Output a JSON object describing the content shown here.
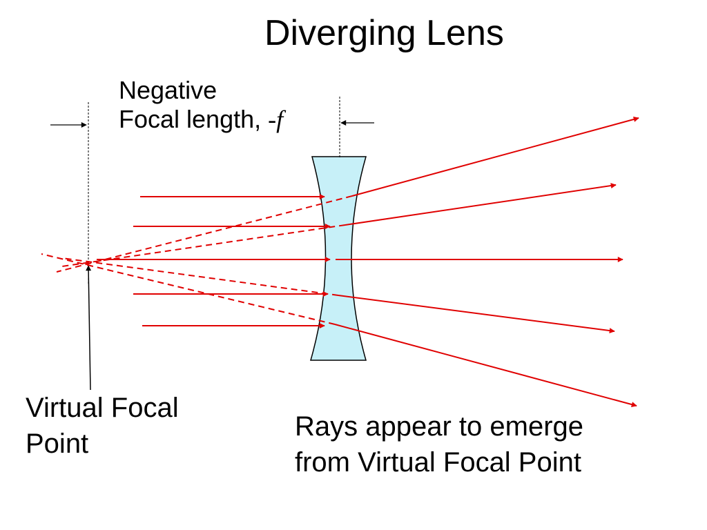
{
  "title": "Diverging Lens",
  "focal_label": {
    "line1": "Negative",
    "line2_prefix": "Focal length, ",
    "line2_symbol": "-f"
  },
  "virtual_focal_point_label": {
    "line1": "Virtual Focal",
    "line2": "Point"
  },
  "rays_label": {
    "line1": "Rays appear to emerge",
    "line2": "from Virtual Focal Point"
  },
  "colors": {
    "ray": "#e00000",
    "lens_fill": "#c7f0f8",
    "lens_stroke": "#000000",
    "guide_line": "#000000"
  }
}
